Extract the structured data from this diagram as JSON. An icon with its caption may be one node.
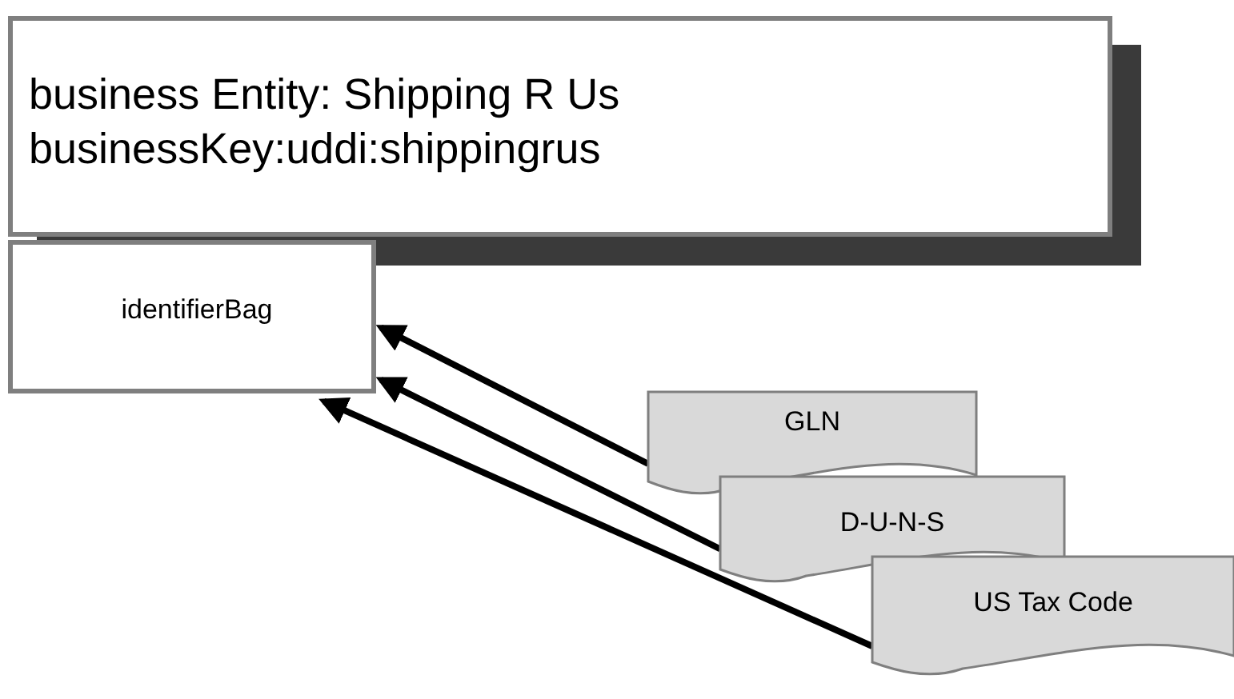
{
  "diagram": {
    "nodes": [
      {
        "text": [
          "business Entity: Shipping R Us businessKey:uddi:shippingrus"
        ]
      },
      {
        "text": [
          "identifierBag"
        ]
      },
      {
        "text": [
          "GLN"
        ]
      },
      {
        "text": [
          "D-U-N-S"
        ]
      },
      {
        "text": [
          "US Tax Code"
        ]
      }
    ],
    "edges": [
      {
        "from": 2,
        "to": 1,
        "arrow": "to"
      },
      {
        "from": 3,
        "to": 1,
        "arrow": "to"
      },
      {
        "from": 4,
        "to": 1,
        "arrow": "to"
      }
    ]
  }
}
